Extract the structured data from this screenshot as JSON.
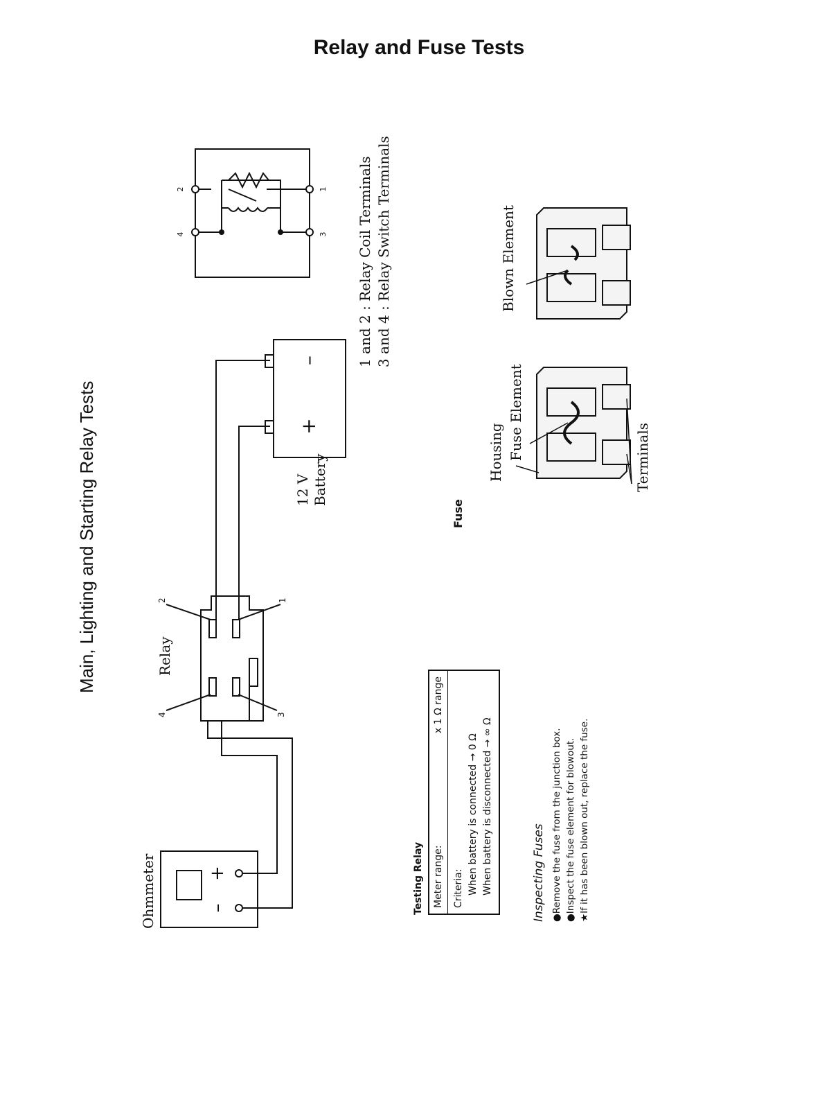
{
  "page_title": "Relay and Fuse Tests",
  "section_title": "Main, Lighting and Starting Relay Tests",
  "ohmmeter_label": "Ohmmeter",
  "relay_label": "Relay",
  "relay_pins": [
    "1",
    "2",
    "3",
    "4"
  ],
  "battery": {
    "voltage": "12 V",
    "label": "Battery",
    "plus": "+",
    "minus": "–"
  },
  "meter_terminals": {
    "plus": "+",
    "minus": "–"
  },
  "schematic_pins": [
    "1",
    "2",
    "3",
    "4"
  ],
  "legend": [
    {
      "pins": "1 and 2",
      "desc": "Relay Coil Terminals"
    },
    {
      "pins": "3 and 4",
      "desc": "Relay Switch Terminals"
    }
  ],
  "testing_relay": {
    "title": "Testing Relay",
    "meter_range_label": "Meter range:",
    "meter_range_value": "x 1 Ω range",
    "criteria_label": "Criteria:",
    "criteria": [
      "When battery is connected → 0 Ω",
      "When battery is disconnected → ∞ Ω"
    ]
  },
  "fuse": {
    "label": "Fuse",
    "housing": "Housing",
    "fuse_element": "Fuse Element",
    "terminals": "Terminals",
    "blown_element": "Blown Element"
  },
  "inspecting_fuses": {
    "title": "Inspecting Fuses",
    "steps": [
      "●Remove the fuse from the junction box.",
      "●Inspect the fuse element for blowout.",
      "★If it has been blown out, replace the fuse."
    ]
  }
}
